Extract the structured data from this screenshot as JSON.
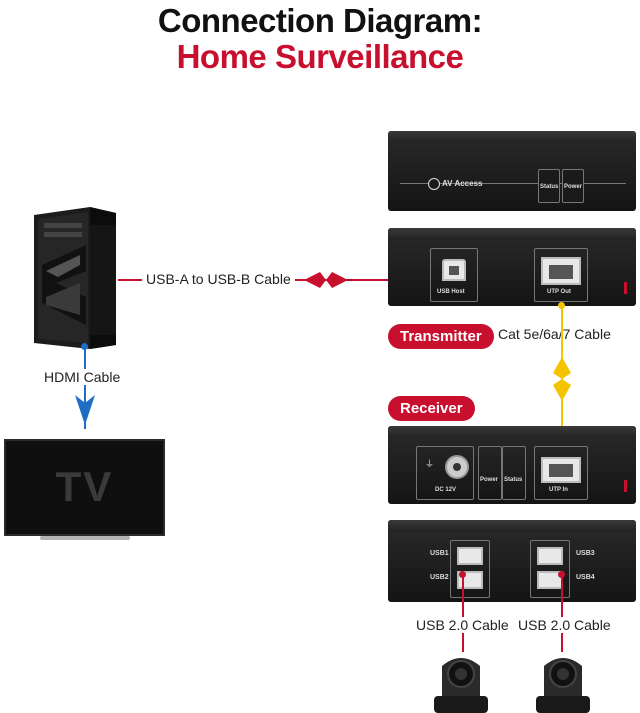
{
  "title_line1": "Connection Diagram:",
  "title_line2": "Home Surveillance",
  "labels": {
    "usb_ab_cable": "USB-A to USB-B Cable",
    "hdmi_cable": "HDMI Cable",
    "cat_cable": "Cat 5e/6a/7 Cable",
    "usb20_left": "USB 2.0 Cable",
    "usb20_right": "USB 2.0 Cable"
  },
  "pills": {
    "transmitter": "Transmitter",
    "receiver": "Receiver"
  },
  "tv_text": "TV",
  "device_front": {
    "brand": "AV Access",
    "status": "Status",
    "power": "Power"
  },
  "transmitter_ports": {
    "usb_host": "USB Host",
    "utp_out": "UTP Out"
  },
  "receiver_ports": {
    "dc": "DC 12V",
    "power": "Power",
    "status": "Status",
    "utp_in": "UTP In"
  },
  "usb_ports": {
    "usb1": "USB1",
    "usb2": "USB2",
    "usb3": "USB3",
    "usb4": "USB4"
  },
  "colors": {
    "accent_red": "#c8102e",
    "hdmi_blue": "#1e6fc4",
    "cat_yellow": "#f5c400"
  }
}
